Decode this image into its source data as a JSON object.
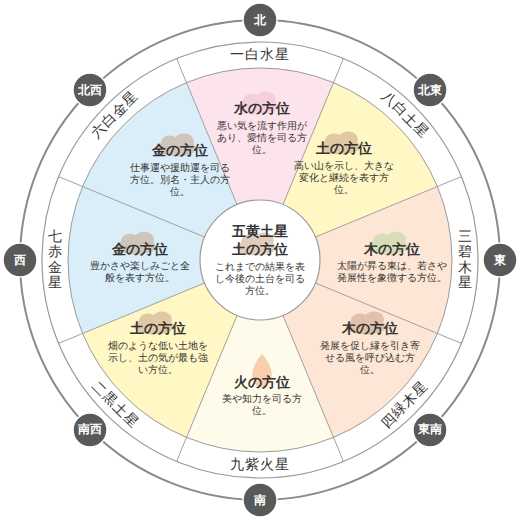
{
  "diagram": {
    "nodes": [
      {
        "text": [
          "北"
        ]
      },
      {
        "text": [
          "北東"
        ]
      },
      {
        "text": [
          "東"
        ]
      },
      {
        "text": [
          "東南"
        ]
      },
      {
        "text": [
          "南"
        ]
      },
      {
        "text": [
          "南西"
        ]
      },
      {
        "text": [
          "西"
        ]
      },
      {
        "text": [
          "北西"
        ]
      },
      {
        "text": [
          "水の方位",
          "悪い気を流す作用があり、愛情を司る方位。"
        ]
      },
      {
        "text": [
          "土の方位",
          "高い山を示し、大きな変化と継続を表す方位。"
        ]
      },
      {
        "text": [
          "木の方位",
          "太陽が昇る東は、若さや発展性を象徴する方位。"
        ]
      },
      {
        "text": [
          "木の方位",
          "発展を促し縁を引き寄せる風を呼び込む方位。"
        ]
      },
      {
        "text": [
          "火の方位",
          "美や知力を司る方位。"
        ]
      },
      {
        "text": [
          "土の方位",
          "畑のような低い土地を示し、土の気が最も強い方位。"
        ]
      },
      {
        "text": [
          "金の方位",
          "豊かさや楽しみごと全般を表す方位。"
        ]
      },
      {
        "text": [
          "金の方位",
          "仕事運や援助運を司る方位。別名・主人の方位。"
        ]
      },
      {
        "text": [
          "五黄土星",
          "土の方位",
          "これまでの結果を表し今後の土台を司る方位。"
        ]
      }
    ],
    "labels": [
      "一白水星",
      "八白土星",
      "三碧木星",
      "四緑木星",
      "九紫火星",
      "二黒土星",
      "七赤金星",
      "六白金星"
    ]
  }
}
